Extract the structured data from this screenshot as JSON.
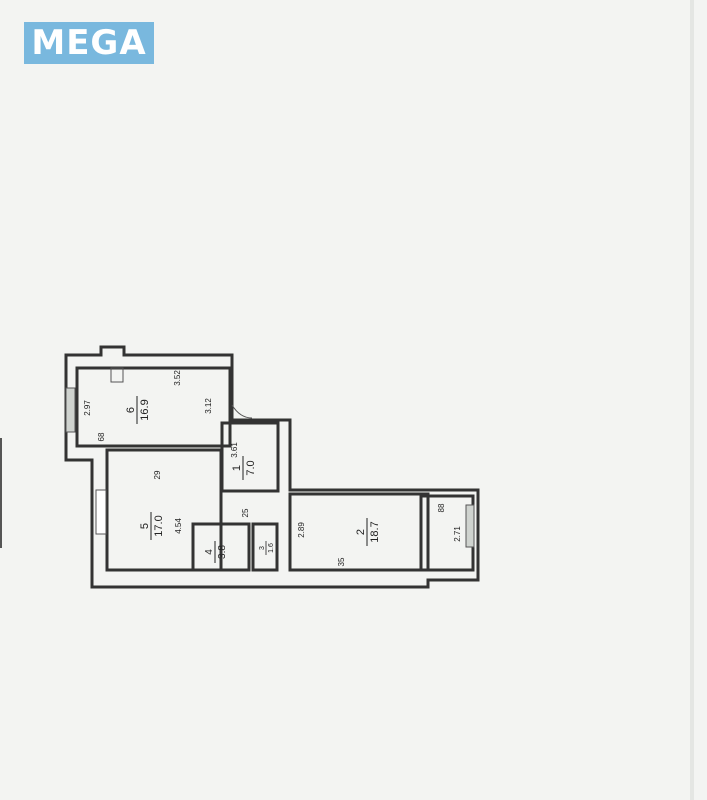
{
  "logo": {
    "text": "MEGA",
    "color": "#79b8de"
  },
  "rooms": [
    {
      "num": "1",
      "area": "7.0"
    },
    {
      "num": "2",
      "area": "18.7"
    },
    {
      "num": "3",
      "area": "1.6"
    },
    {
      "num": "4",
      "area": "3.8"
    },
    {
      "num": "5",
      "area": "17.0"
    },
    {
      "num": "6",
      "area": "16.9"
    }
  ],
  "dims": {
    "r6_top": "3.52",
    "r6_right": "3.12",
    "r6_left": "2.97",
    "r6_bottom": "68",
    "r5_top": "29",
    "r5_right": "4.54",
    "r1_top": "3.61",
    "r1_bottom": "25",
    "r2_left": "2.89",
    "r2_bottom": "35",
    "r2_top_right": "88",
    "r2_right": "2.71"
  }
}
